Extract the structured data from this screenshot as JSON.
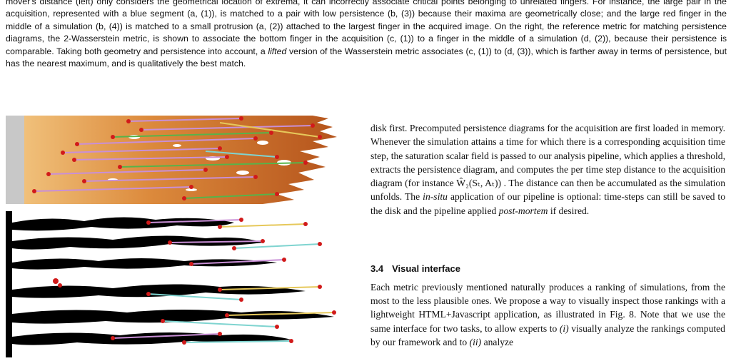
{
  "caption": {
    "line1": "mover's distance (left) only considers the geometrical location of extrema, it can incorrectly associate critical points belonging to unrelated fingers.",
    "line2": "For instance, the large pair in the acquisition, represented with a blue segment (a, (1)), is matched to a pair with low persistence (b, (3)) because their maxima are geometrically close; and the large red finger in the middle of a simulation (b, (4)) is matched to a small protrusion (a, (2)) attached to the largest finger in the acquired image. On the right, the reference metric for matching persistence diagrams, the 2-Wasserstein metric, is shown to associate the bottom finger in the acquisition (c, (1)) to a finger in the middle of a simulation (d, (2)), because their persistence is comparable. Taking both geometry and persistence into account, a",
    "italic": "lifted",
    "line3": "version of the Wasserstein metric associates (c, (1)) to (d, (3)), which is farther away in terms of persistence, but has the nearest maximum, and is qualitatively the best match."
  },
  "body_text": {
    "p1_a": "disk first. Precomputed persistence diagrams for the acquisition are first loaded in memory. Whenever the simulation attains a time for which there is a corresponding acquisition time step, the saturation scalar field is passed to our analysis pipeline, which applies a threshold, extracts the persistence diagram, and computes the per time step distance to the acquisition diagram (for instance",
    "formula": "Ŵ₂(Sₜ, Aₜ))",
    "p1_b": ". The distance can then be accumulated as the simulation unfolds. The",
    "insitu": "in-situ",
    "p1_c": "application of our pipeline is optional: time-steps can still be saved to the disk and the pipeline applied",
    "postmortem": "post-mortem",
    "p1_d": "if desired."
  },
  "section": {
    "number": "3.4",
    "title": "Visual interface"
  },
  "body_text2": {
    "p2_a": "Each metric previously mentioned naturally produces a ranking of simulations, from the most to the less plausible ones. We propose a way to visually inspect those rankings with a lightweight HTML+Javascript application, as illustrated in Fig. 8. Note that we use the same interface for two tasks, to allow experts to",
    "p2_i": "(i)",
    "p2_b": "visually analyze the rankings computed by our framework and to",
    "p2_ii": "(ii)",
    "p2_c": "analyze"
  },
  "colors": {
    "finger_dark": "#b5541c",
    "finger_light": "#e7a65a",
    "match_pink": "#c98fd6",
    "match_green": "#57b34a",
    "match_yellow": "#e6c85a",
    "match_cyan": "#7fd4d0",
    "critical_point": "#d11a1a"
  }
}
